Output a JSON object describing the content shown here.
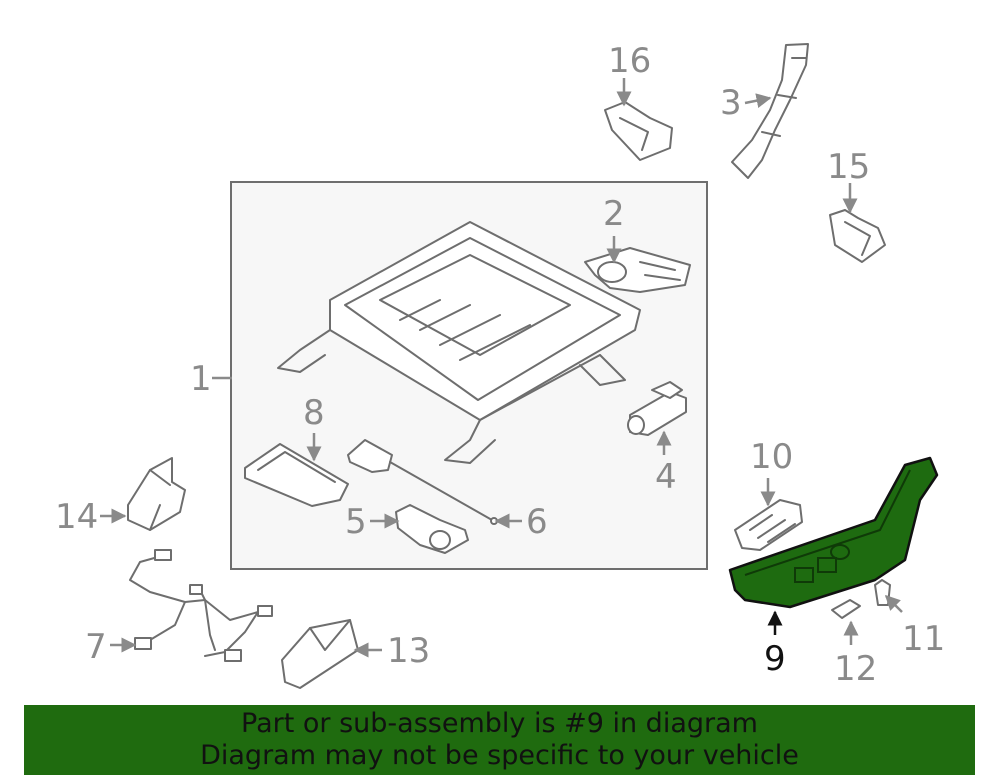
{
  "colors": {
    "highlight_part": "#1e6b10",
    "banner_background": "#1f6b0f",
    "callout_text": "#8a8a8a",
    "highlight_callout_text": "#111111",
    "assembly_box_fill": "#f7f7f7"
  },
  "callouts": {
    "c1": "1",
    "c2": "2",
    "c3": "3",
    "c4": "4",
    "c5": "5",
    "c6": "6",
    "c7": "7",
    "c8": "8",
    "c9": "9",
    "c10": "10",
    "c11": "11",
    "c12": "12",
    "c13": "13",
    "c14": "14",
    "c15": "15",
    "c16": "16"
  },
  "highlighted_callout": "9",
  "banner": {
    "line1": "Part or sub-assembly is #9 in diagram",
    "line2": "Diagram may not be specific to your vehicle"
  }
}
